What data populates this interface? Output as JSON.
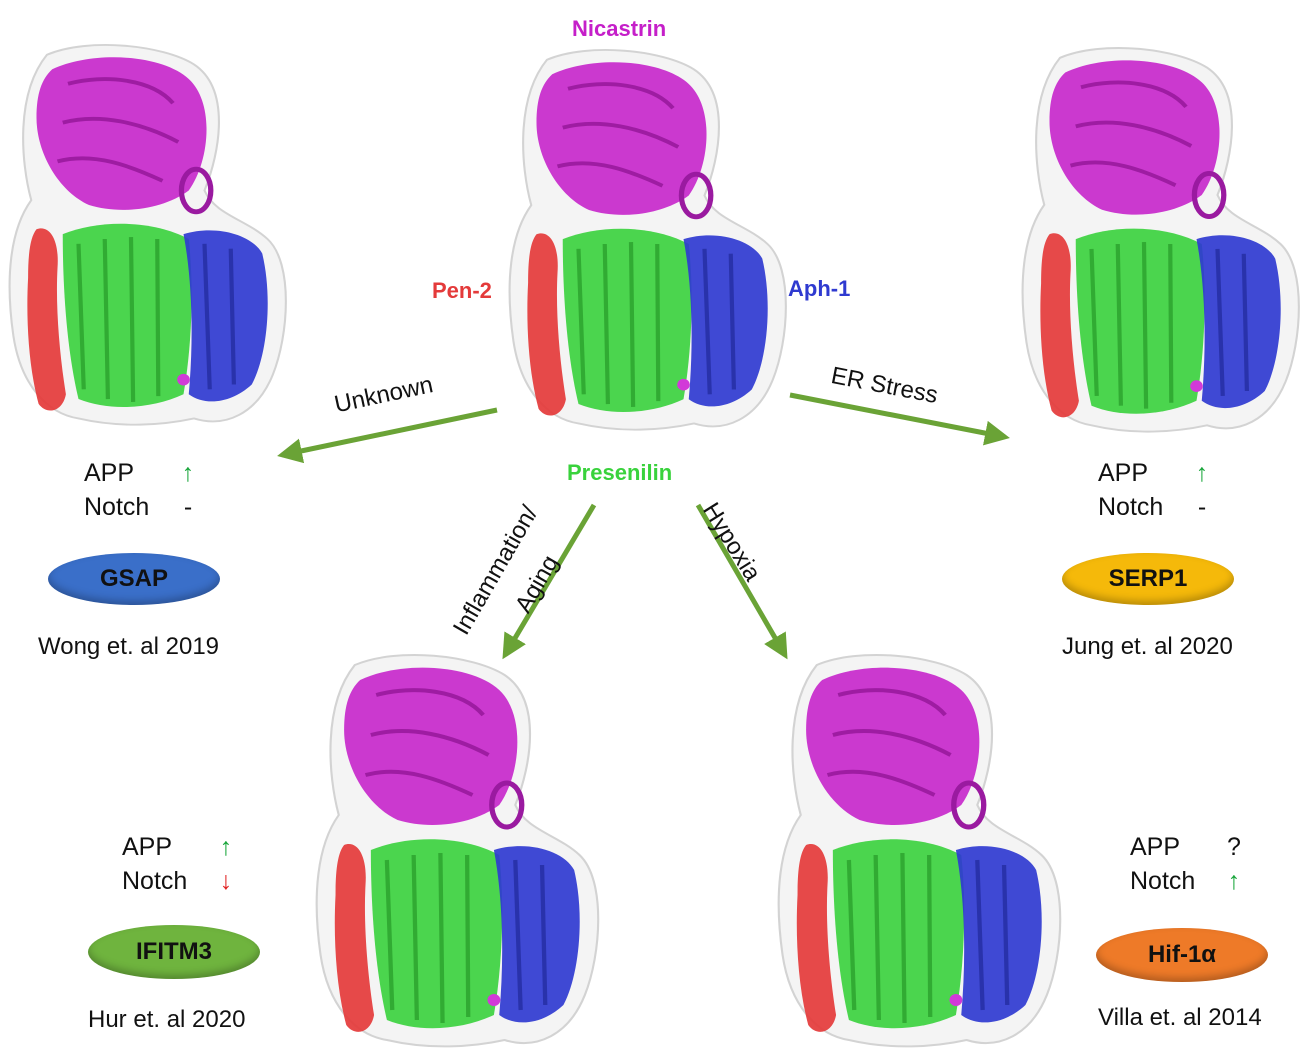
{
  "colors": {
    "nicastrin": "#c51fc9",
    "pen2": "#e43a3a",
    "aph1": "#2f3ad0",
    "presenilin": "#39d23c",
    "arrow": "#6aa336",
    "up_arrow": "#1aa63c",
    "down_arrow": "#e02424"
  },
  "center": {
    "nicastrin": "Nicastrin",
    "pen2": "Pen-2",
    "aph1": "Aph-1",
    "presenilin": "Presenilin"
  },
  "edges": {
    "left": "Unknown",
    "right": "ER Stress",
    "bottom_left_line1": "Inflammation/",
    "bottom_left_line2": "Aging",
    "bottom_right": "Hypoxia"
  },
  "modulators": {
    "gsap": {
      "name": "GSAP",
      "color": "#3a6fc9",
      "app": "APP",
      "app_effect": "↑",
      "notch": "Notch",
      "notch_effect": "-",
      "citation": "Wong et. al 2019"
    },
    "serp1": {
      "name": "SERP1",
      "color": "#f5b90a",
      "app": "APP",
      "app_effect": "↑",
      "notch": "Notch",
      "notch_effect": "-",
      "citation": "Jung  et. al 2020"
    },
    "ifitm3": {
      "name": "IFITM3",
      "color": "#6fb43e",
      "app": "APP",
      "app_effect": "↑",
      "notch": "Notch",
      "notch_effect": "↓",
      "citation": "Hur et. al 2020"
    },
    "hif1a": {
      "name": "Hif-1α",
      "color": "#ee7a28",
      "app": "APP",
      "app_effect": "?",
      "notch": "Notch",
      "notch_effect": "↑",
      "citation": "Villa et. al 2014"
    }
  }
}
